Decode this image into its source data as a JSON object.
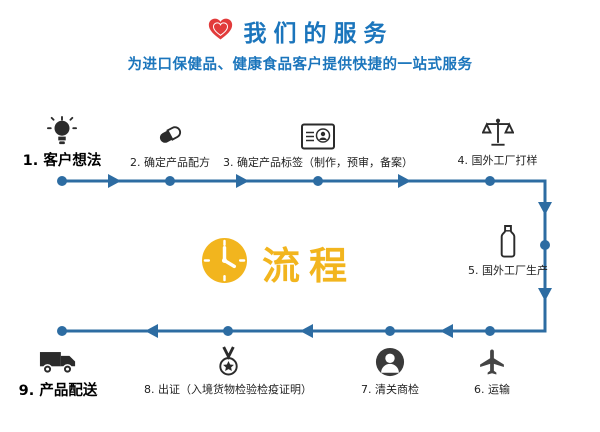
{
  "header": {
    "title": "我们的服务",
    "subtitle": "为进口保健品、健康食品客户提供快捷的一站式服务"
  },
  "center_logo": {
    "label": "流程"
  },
  "steps": [
    {
      "label": "1. 客户想法",
      "icon": "lightbulb-icon"
    },
    {
      "label": "2. 确定产品配方",
      "icon": "capsule-icon"
    },
    {
      "label": "3. 确定产品标签（制作，预审，备案）",
      "icon": "id-card-icon"
    },
    {
      "label": "4. 国外工厂打样",
      "icon": "scales-icon"
    },
    {
      "label": "5. 国外工厂生产",
      "icon": "bottle-icon"
    },
    {
      "label": "6. 运输",
      "icon": "plane-icon"
    },
    {
      "label": "7. 清关商检",
      "icon": "customs-officer-icon"
    },
    {
      "label": "8. 出证（入境货物检验检疫证明）",
      "icon": "medal-icon"
    },
    {
      "label": "9. 产品配送",
      "icon": "truck-icon"
    }
  ],
  "colors": {
    "title_blue": "#1b75bc",
    "flow_line_blue": "#2d6ca2",
    "accent_yellow": "#f2b51e",
    "heart_red": "#e23b3b",
    "icon_dark": "#2b2b2b"
  }
}
